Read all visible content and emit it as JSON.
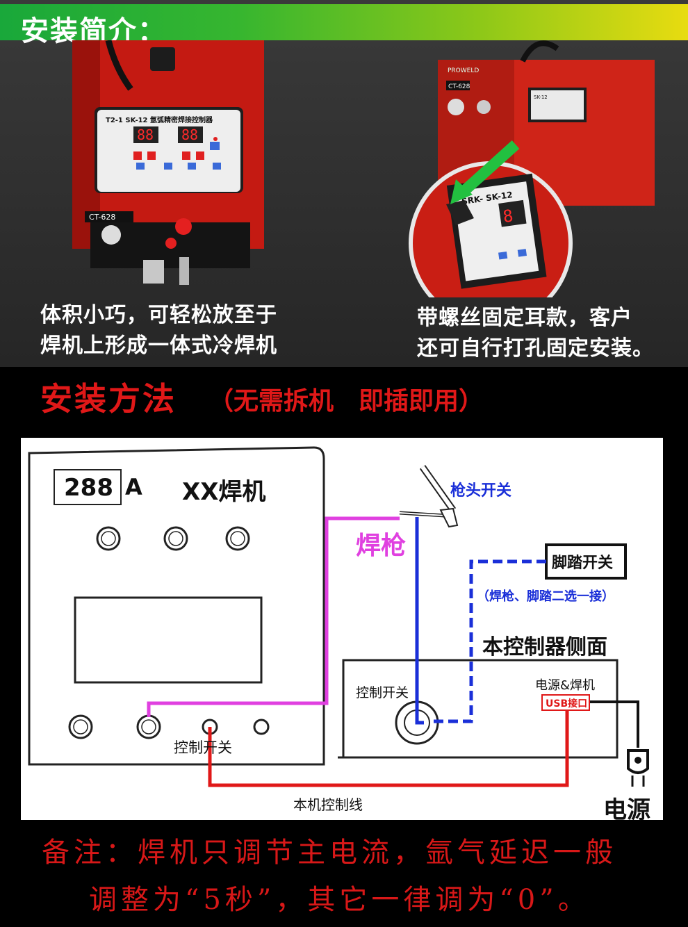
{
  "header": {
    "title": "安装简介："
  },
  "photos": {
    "left": {
      "panel_title": "T2-1 SK-12 氩弧精密焊接控制器",
      "plate": "CT-628"
    },
    "right": {
      "brand": "PROWELD",
      "plate": "CT-628",
      "panel_title": "SK-12",
      "zoom_text": "SRK- SK-12"
    }
  },
  "captions": {
    "left": [
      "体积小巧，可轻松放至于",
      "焊机上形成一体式冷焊机"
    ],
    "right": [
      "带螺丝固定耳款，客户",
      "还可自行打孔固定安装。"
    ]
  },
  "install": {
    "title": "安装方法",
    "subtitle": "（无需拆机　即插即用）"
  },
  "diagram": {
    "current_value": "288",
    "current_unit": "A",
    "machine_name": "XX焊机",
    "gun_switch": "枪头开关",
    "torch": "焊枪",
    "foot_switch": "脚踏开关",
    "choice_note": "（焊枪、脚踏二选一接）",
    "side_title": "本控制器侧面",
    "control_switch_right": "控制开关",
    "power_welder": "电源&焊机",
    "usb_port": "USB接口",
    "control_switch_left": "控制开关",
    "control_line": "本机控制线",
    "power": "电源",
    "colors": {
      "torch_line": "#e040e0",
      "switch_line": "#1a2fd8",
      "control_line": "#e01818"
    }
  },
  "note": {
    "line1": "备注：焊机只调节主电流，氩气延迟一般",
    "line2": "调整为“5秒”，其它一律调为“0”。"
  }
}
